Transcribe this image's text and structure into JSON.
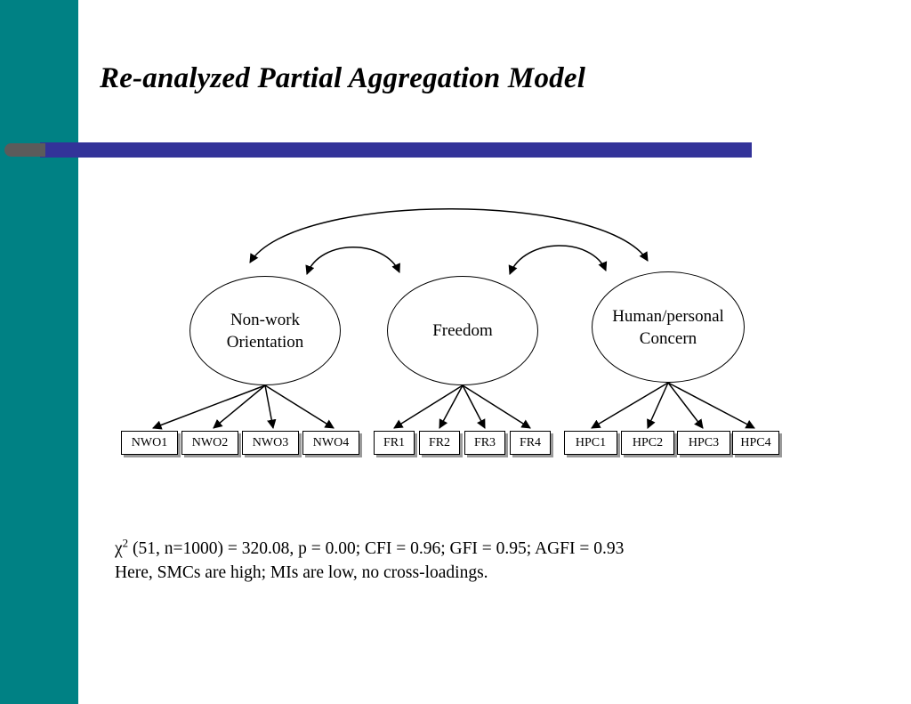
{
  "slide": {
    "title": "Re-analyzed Partial Aggregation Model",
    "accent_color": "#333399",
    "sidebar_color": "#008184",
    "cap_color": "#5b5b5b",
    "background_color": "#ffffff"
  },
  "diagram": {
    "type": "path-diagram",
    "factors": [
      {
        "id": "nonwork",
        "label_line1": "Non-work",
        "label_line2": "Orientation"
      },
      {
        "id": "freedom",
        "label_line1": "Freedom",
        "label_line2": ""
      },
      {
        "id": "hpc",
        "label_line1": "Human/personal",
        "label_line2": "Concern"
      }
    ],
    "indicators": [
      {
        "label": "NWO1"
      },
      {
        "label": "NWO2"
      },
      {
        "label": "NWO3"
      },
      {
        "label": "NWO4"
      },
      {
        "label": "FR1"
      },
      {
        "label": "FR2"
      },
      {
        "label": "FR3"
      },
      {
        "label": "FR4"
      },
      {
        "label": "HPC1"
      },
      {
        "label": "HPC2"
      },
      {
        "label": "HPC3"
      },
      {
        "label": "HPC4"
      }
    ],
    "covariances": [
      {
        "from": "nonwork",
        "to": "hpc",
        "style": "double-headed-curve"
      },
      {
        "from": "nonwork",
        "to": "freedom",
        "style": "double-headed-curve"
      },
      {
        "from": "freedom",
        "to": "hpc",
        "style": "double-headed-curve"
      }
    ]
  },
  "fit": {
    "chi_symbol": "χ",
    "chi_exponent": "2",
    "line1_rest": " (51, n=1000) = 320.08, p = 0.00; CFI = 0.96; GFI = 0.95; AGFI = 0.93",
    "line2": "Here, SMCs are high; MIs are low, no cross-loadings."
  }
}
